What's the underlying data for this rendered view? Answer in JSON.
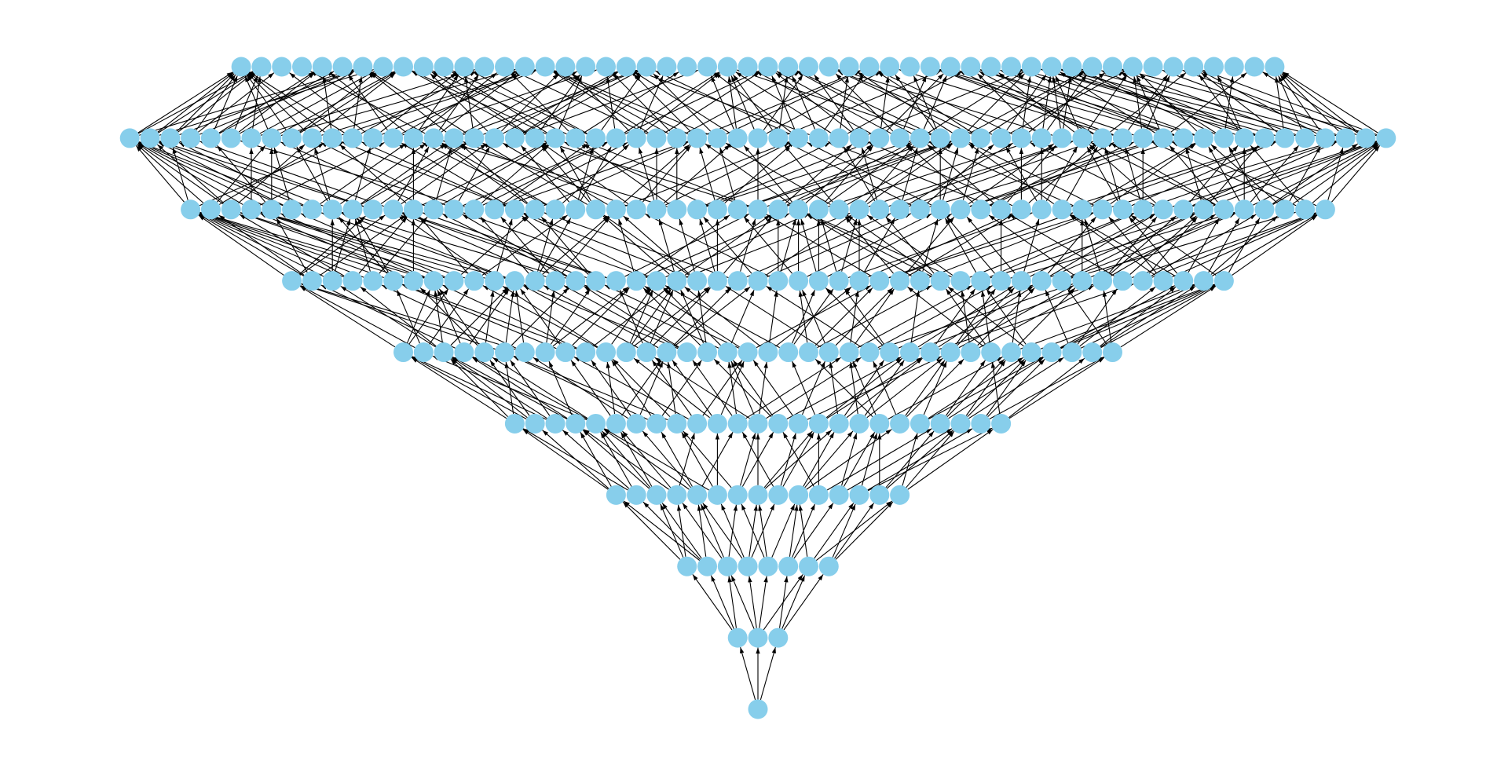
{
  "diagram": {
    "type": "layered-directed-graph",
    "edge_direction": "upward",
    "node_color": "#87CEEB",
    "edge_color": "#000000",
    "background": "#FFFFFF",
    "labels_shown": false,
    "layers": [
      {
        "index": 0,
        "node_count": 1
      },
      {
        "index": 1,
        "node_count": 3
      },
      {
        "index": 2,
        "node_count": 8
      },
      {
        "index": 3,
        "node_count": 15
      },
      {
        "index": 4,
        "node_count": 25
      },
      {
        "index": 5,
        "node_count": 36
      },
      {
        "index": 6,
        "node_count": 47
      },
      {
        "index": 7,
        "node_count": 57
      },
      {
        "index": 8,
        "node_count": 63
      },
      {
        "index": 9,
        "node_count": 52
      }
    ],
    "edges_per_node_to_next_layer": 3
  }
}
